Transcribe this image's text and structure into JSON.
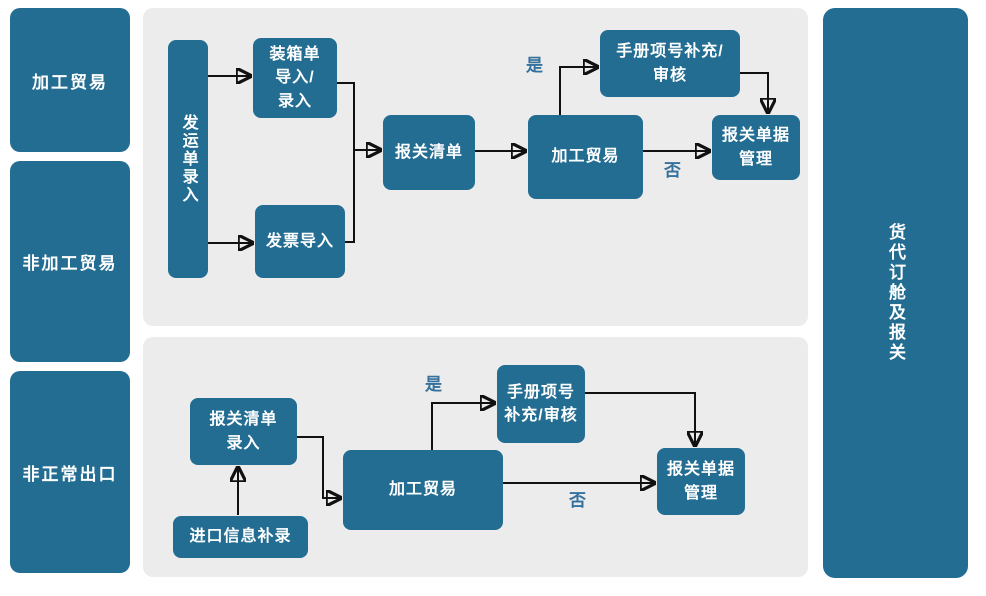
{
  "colors": {
    "node_fill": "#236d92",
    "panel_fill": "#ececec",
    "background": "#ffffff",
    "node_text": "#ffffff",
    "decision_text": "#35719c",
    "arrow": "#111111"
  },
  "lanes": {
    "left": [
      {
        "label": "加工贸易"
      },
      {
        "label": "非加工贸易"
      },
      {
        "label": "非正常出口"
      }
    ],
    "right": {
      "label": "货代订舱及报关"
    }
  },
  "top_flow": {
    "nodes": {
      "shipping_order_entry": {
        "label": "发运单录入"
      },
      "packing_list_import": {
        "label": "装箱单\n导入/\n录入"
      },
      "invoice_import": {
        "label": "发票导入"
      },
      "customs_list": {
        "label": "报关清单"
      },
      "processing_trade": {
        "label": "加工贸易"
      },
      "manual_item_supplement": {
        "label": "手册项号补充/\n审核"
      },
      "customs_doc_mgmt": {
        "label": "报关单据\n管理"
      }
    },
    "branch_labels": {
      "yes": "是",
      "no": "否"
    }
  },
  "bottom_flow": {
    "nodes": {
      "customs_list_entry": {
        "label": "报关清单\n录入"
      },
      "import_info_supplement": {
        "label": "进口信息补录"
      },
      "processing_trade": {
        "label": "加工贸易"
      },
      "manual_item_supplement": {
        "label": "手册项号\n补充/审核"
      },
      "customs_doc_mgmt": {
        "label": "报关单据\n管理"
      }
    },
    "branch_labels": {
      "yes": "是",
      "no": "否"
    }
  }
}
